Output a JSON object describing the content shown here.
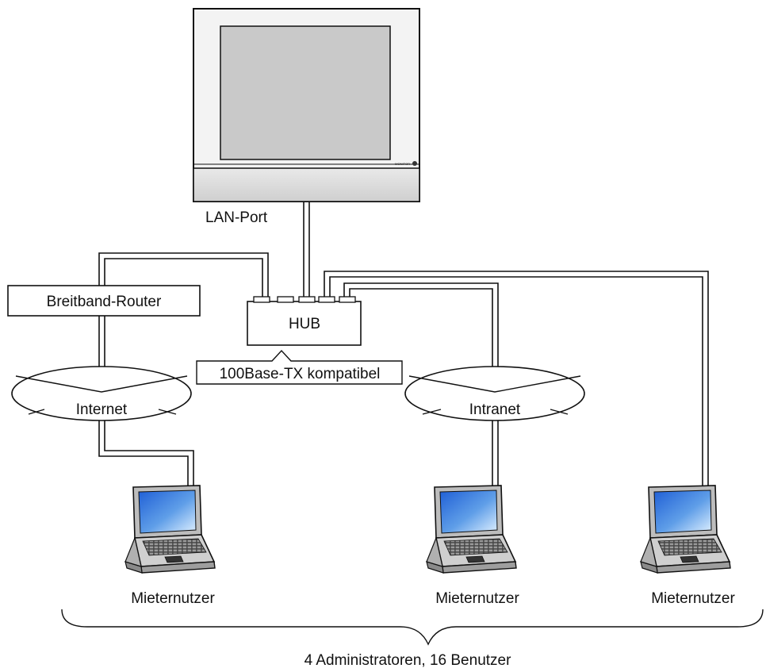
{
  "labels": {
    "lan_port": "LAN-Port",
    "router": "Breitband-Router",
    "hub": "HUB",
    "hub_note": "100Base-TX kompatibel",
    "internet": "Internet",
    "intranet": "Intranet",
    "monitor_badge": "MONITOR",
    "laptop_1": "Mieternutzer",
    "laptop_2": "Mieternutzer",
    "laptop_3": "Mieternutzer",
    "summary": "4 Administratoren, 16 Benutzer"
  },
  "colors": {
    "line": "#1a1a1a",
    "screen_gray": "#c9c9c9",
    "bezel": "#f2f2f2",
    "laptop_screen_top": "#1f5fd6",
    "laptop_screen_bottom": "#dff0ff"
  }
}
